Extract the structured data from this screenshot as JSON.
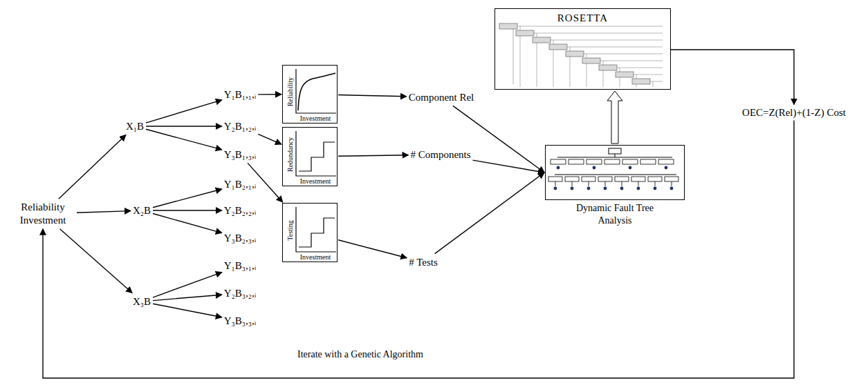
{
  "diagram": {
    "nodes": [
      {
        "text": [
          "Reliability Investment"
        ]
      },
      {
        "text": [
          "X₁B"
        ]
      },
      {
        "text": [
          "X₂B"
        ]
      },
      {
        "text": [
          "X₃B"
        ]
      },
      {
        "text": [
          "Y₁B₁,₁,ᵢ"
        ]
      },
      {
        "text": [
          "Y₂B₁,₂,ᵢ"
        ]
      },
      {
        "text": [
          "Y₃B₁,₃,ᵢ"
        ]
      },
      {
        "text": [
          "Y₁B₂,₁,ᵢ"
        ]
      },
      {
        "text": [
          "Y₂B₂,₂,ᵢ"
        ]
      },
      {
        "text": [
          "Y₃B₂,₃,ᵢ"
        ]
      },
      {
        "text": [
          "Y₁B₃,₁,ᵢ"
        ]
      },
      {
        "text": [
          "Y₂B₃,₂,ᵢ"
        ]
      },
      {
        "text": [
          "Y₃B₃,₃,ᵢ"
        ]
      },
      {
        "text": [
          "Reliability",
          "Investment"
        ]
      },
      {
        "text": [
          "Redundancy",
          "Investment"
        ]
      },
      {
        "text": [
          "Testing",
          "Investment"
        ]
      },
      {
        "text": [
          "Component Rel"
        ]
      },
      {
        "text": [
          "# Components"
        ]
      },
      {
        "text": [
          "# Tests"
        ]
      },
      {
        "text": [
          "Dynamic Fault Tree Analysis"
        ]
      },
      {
        "text": [
          "ROSETTA"
        ]
      },
      {
        "text": [
          "OEC=Z(Rel)+(1-Z) Cost"
        ]
      }
    ],
    "edges": [
      {
        "from": 0,
        "to": 1,
        "arrow": "to"
      },
      {
        "from": 0,
        "to": 2,
        "arrow": "to"
      },
      {
        "from": 0,
        "to": 3,
        "arrow": "to"
      },
      {
        "from": 1,
        "to": 4,
        "arrow": "to"
      },
      {
        "from": 1,
        "to": 5,
        "arrow": "to"
      },
      {
        "from": 1,
        "to": 6,
        "arrow": "to"
      },
      {
        "from": 2,
        "to": 7,
        "arrow": "to"
      },
      {
        "from": 2,
        "to": 8,
        "arrow": "to"
      },
      {
        "from": 2,
        "to": 9,
        "arrow": "to"
      },
      {
        "from": 3,
        "to": 10,
        "arrow": "to"
      },
      {
        "from": 3,
        "to": 11,
        "arrow": "to"
      },
      {
        "from": 3,
        "to": 12,
        "arrow": "to"
      },
      {
        "from": 4,
        "to": 13,
        "arrow": "to"
      },
      {
        "from": 5,
        "to": 14,
        "arrow": "to"
      },
      {
        "from": 6,
        "to": 15,
        "arrow": "to"
      },
      {
        "from": 13,
        "to": 16,
        "arrow": "to"
      },
      {
        "from": 14,
        "to": 17,
        "arrow": "to"
      },
      {
        "from": 15,
        "to": 18,
        "arrow": "to"
      },
      {
        "from": 16,
        "to": 19,
        "arrow": "to"
      },
      {
        "from": 17,
        "to": 19,
        "arrow": "to"
      },
      {
        "from": 18,
        "to": 19,
        "arrow": "to"
      },
      {
        "from": 19,
        "to": 20,
        "arrow": "to"
      },
      {
        "from": 20,
        "to": 21,
        "arrow": "to"
      },
      {
        "from": 21,
        "to": 0,
        "arrow": "to"
      }
    ],
    "labels": [
      "Iterate with a Genetic Algorithm"
    ]
  }
}
